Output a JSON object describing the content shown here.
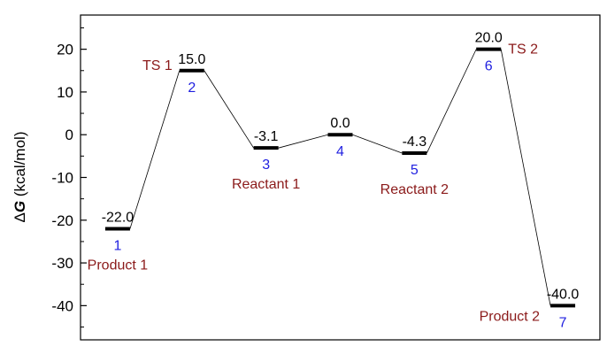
{
  "chart_data": {
    "type": "line",
    "ylabel_delta": "Δ",
    "ylabel_var": "G",
    "ylabel_unit": " (kcal/mol)",
    "xlim": [
      0.5,
      7.5
    ],
    "ylim": [
      -48,
      28
    ],
    "yticks": [
      20,
      10,
      0,
      -10,
      -20,
      -30,
      -40
    ],
    "ytick_labels": [
      "20",
      "10",
      "0",
      "-10",
      "-20",
      "-30",
      "-40"
    ],
    "index_color": "#1f1fe0",
    "name_color": "#8b1a1a",
    "line_color": "#000000",
    "points": [
      {
        "x": 1,
        "y": -22.0,
        "value_label": "-22.0",
        "index_label": "1",
        "name": "Product 1"
      },
      {
        "x": 2,
        "y": 15.0,
        "value_label": "15.0",
        "index_label": "2",
        "name": "TS 1"
      },
      {
        "x": 3,
        "y": -3.1,
        "value_label": "-3.1",
        "index_label": "3",
        "name": "Reactant 1"
      },
      {
        "x": 4,
        "y": 0.0,
        "value_label": "0.0",
        "index_label": "4",
        "name": ""
      },
      {
        "x": 5,
        "y": -4.3,
        "value_label": "-4.3",
        "index_label": "5",
        "name": "Reactant 2"
      },
      {
        "x": 6,
        "y": 20.0,
        "value_label": "20.0",
        "index_label": "6",
        "name": "TS 2"
      },
      {
        "x": 7,
        "y": -40.0,
        "value_label": "-40.0",
        "index_label": "7",
        "name": "Product 2"
      }
    ]
  }
}
